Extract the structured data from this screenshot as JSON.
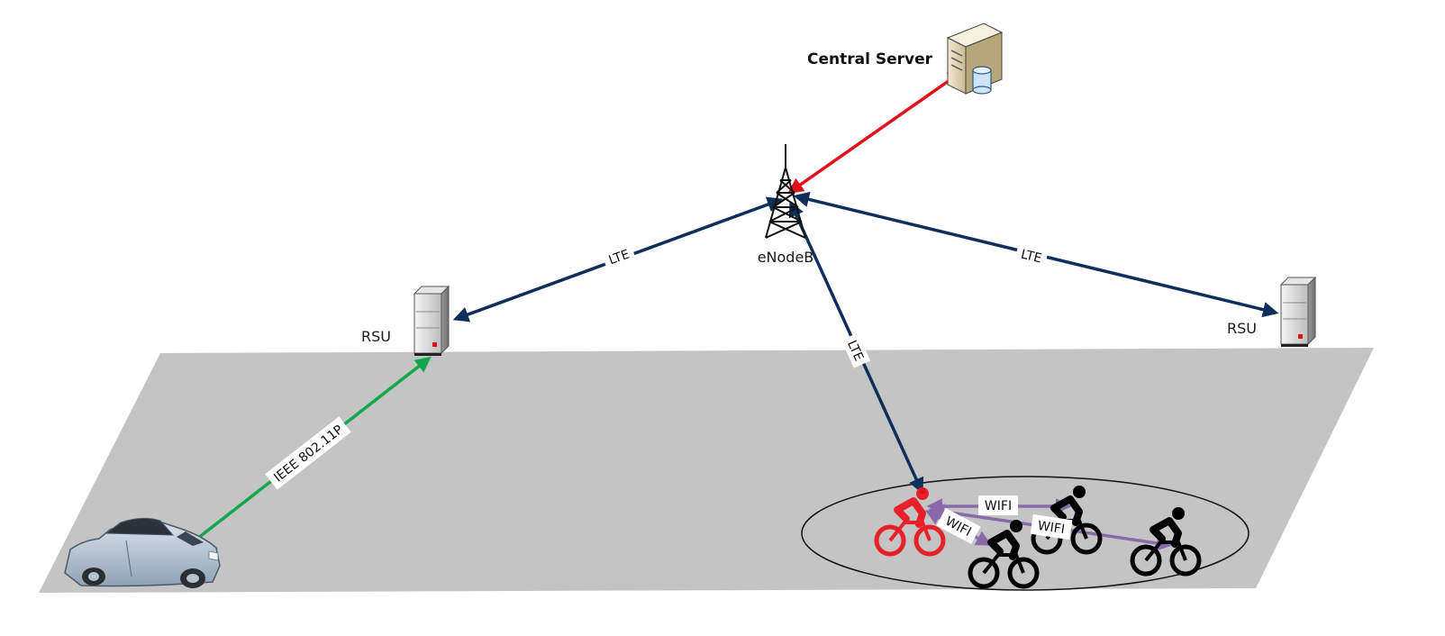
{
  "diagram": {
    "nodes": {
      "central_server": "Central Server",
      "enodeb": "eNodeB",
      "rsu_left": "RSU",
      "rsu_right": "RSU"
    },
    "links": {
      "lte_left": "LTE",
      "lte_right": "LTE",
      "lte_bike": "LTE",
      "ieee": "IEEE 802.11P",
      "wifi_1": "WIFI",
      "wifi_2": "WIFI",
      "wifi_3": "WIFI"
    },
    "colors": {
      "lte": "#0e2f5a",
      "server_link": "#e0101c",
      "ieee_link": "#10a84a",
      "wifi_link": "#8a6aa8",
      "road": "#c4c4c4",
      "lead_bike": "#e8202a",
      "bike": "#000000"
    },
    "icons": [
      "server-icon",
      "antenna-tower-icon",
      "rsu-server-icon",
      "car-icon",
      "bicycle-icon"
    ]
  }
}
